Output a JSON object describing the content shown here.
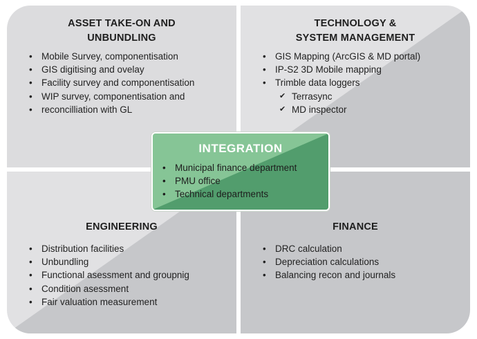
{
  "quadrants": {
    "top_left": {
      "title_lines": [
        "ASSET TAKE-ON AND",
        "UNBUNDLING"
      ],
      "items": [
        "Mobile Survey, componentisation",
        "GIS digitising and ovelay",
        "Facility survey and componentisation",
        "WIP survey, componentisation and",
        "reconcilliation with GL"
      ]
    },
    "top_right": {
      "title_lines": [
        "TECHNOLOGY &",
        "SYSTEM MANAGEMENT"
      ],
      "items": [
        "GIS Mapping (ArcGIS & MD portal)",
        "IP-S2 3D Mobile mapping",
        "Trimble data loggers"
      ],
      "subitems": [
        "Terrasync",
        "MD inspector"
      ]
    },
    "bottom_left": {
      "title": "ENGINEERING",
      "items": [
        "Distribution facilities",
        "Unbundling",
        "Functional asessment and groupnig",
        "Condition asessment",
        "Fair valuation measurement"
      ]
    },
    "bottom_right": {
      "title": "FINANCE",
      "items": [
        "DRC calculation",
        "Depreciation calculations",
        "Balancing recon and journals"
      ]
    }
  },
  "integration": {
    "title": "INTEGRATION",
    "items": [
      "Municipal finance department",
      "PMU office",
      "Technical departments"
    ]
  },
  "colors": {
    "light_gray": "#e0e0e2",
    "dark_gray": "#c4c5c8",
    "green_light": "#7fbf8e",
    "green_dark": "#4e9a6a"
  }
}
